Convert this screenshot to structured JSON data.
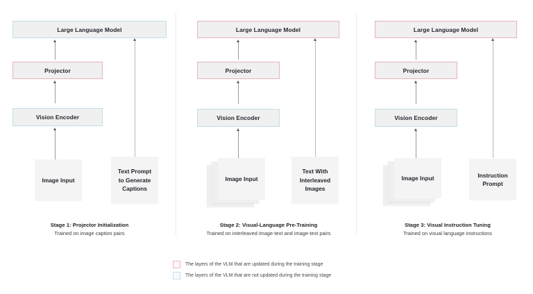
{
  "legend": {
    "items": [
      {
        "color": "#e9b9be",
        "swatch": "red-swatch",
        "text": "The layers of the VLM that are updated during the training stage"
      },
      {
        "color": "#c3e0ea",
        "swatch": "blue-swatch",
        "text": "The layers of the VLM that are not updated during the training stage"
      }
    ]
  },
  "stages": [
    {
      "id": "stage-1",
      "caption_title": "Stage 1: Projector Initialization",
      "caption_sub": "Trained on image caption pairs",
      "blocks": {
        "llm": {
          "label": "Large Language Model",
          "state": "frozen",
          "border": "#bfdfe8"
        },
        "projector": {
          "label": "Projector",
          "state": "updated",
          "border": "#e6b3b8"
        },
        "vision_encoder": {
          "label": "Vision Encoder",
          "state": "frozen",
          "border": "#bfdfe8"
        }
      },
      "inputs": {
        "image": {
          "label": "Image Input",
          "stacked": false
        },
        "text": {
          "label": "Text Prompt to Generate Captions"
        }
      }
    },
    {
      "id": "stage-2",
      "caption_title": "Stage 2: Visual-Language Pre-Training",
      "caption_sub": "Trained on interleaved image-text and image-text pairs",
      "blocks": {
        "llm": {
          "label": "Large Language Model",
          "state": "updated",
          "border": "#e6b3b8"
        },
        "projector": {
          "label": "Projector",
          "state": "updated",
          "border": "#e6b3b8"
        },
        "vision_encoder": {
          "label": "Vision Encoder",
          "state": "frozen",
          "border": "#bfdfe8"
        }
      },
      "inputs": {
        "image": {
          "label": "Image Input",
          "stacked": true
        },
        "text": {
          "label": "Text With Interleaved Images"
        }
      }
    },
    {
      "id": "stage-3",
      "caption_title": "Stage 3: Visual Instruction Tuning",
      "caption_sub": "Trained on visual language instructions",
      "blocks": {
        "llm": {
          "label": "Large Language Model",
          "state": "updated",
          "border": "#e6b3b8"
        },
        "projector": {
          "label": "Projector",
          "state": "updated",
          "border": "#e6b3b8"
        },
        "vision_encoder": {
          "label": "Vision Encoder",
          "state": "frozen",
          "border": "#bfdfe8"
        }
      },
      "inputs": {
        "image": {
          "label": "Image Input",
          "stacked": true
        },
        "text": {
          "label": "Instruction Prompt"
        }
      }
    }
  ]
}
